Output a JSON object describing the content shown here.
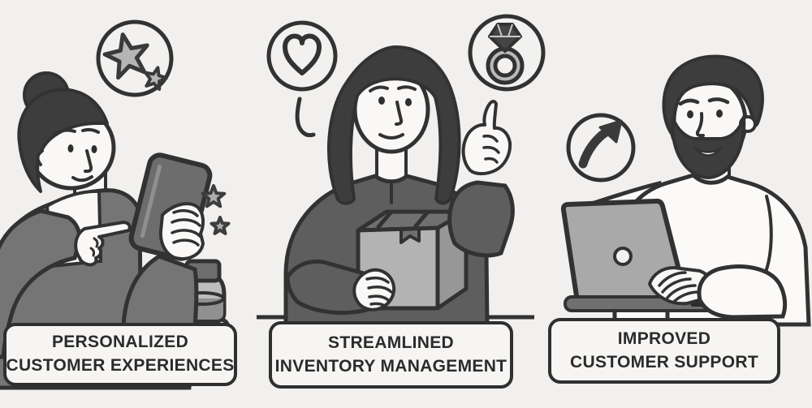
{
  "page": {
    "type": "three-panel illustrated infographic",
    "colors": {
      "background": "#f1f0ee",
      "outline": "#323232",
      "dark_fill": "#3d3d3d",
      "cardigan_gray": "#757575",
      "sweater_gray": "#5e5e5e",
      "device_gray": "#6d6d6d",
      "box_front_gray": "#b3b3b3",
      "box_side_gray": "#979797",
      "box_top_gray": "#707070",
      "laptop_lid_gray": "#a9a9a9",
      "skin_white": "#f9f8f6",
      "star_fill": "#b5b5b5",
      "caption_bg": "#f6f5f3",
      "caption_text": "#2b2b2b"
    }
  },
  "panels": [
    {
      "id": "personalized-customer-experiences",
      "caption": {
        "line1": "PERSONALIZED",
        "line2": "CUSTOMER EXPERIENCES"
      },
      "icons": [
        {
          "name": "stars-badge-icon",
          "glyph": "two stars inside circle"
        },
        {
          "name": "sparkle-stars-icon",
          "glyph": "two small stars"
        }
      ]
    },
    {
      "id": "streamlined-inventory-management",
      "caption": {
        "line1": "STREAMLINED",
        "line2": "INVENTORY MANAGEMENT"
      },
      "icons": [
        {
          "name": "heart-badge-icon",
          "glyph": "heart outline inside circle"
        },
        {
          "name": "diamond-ring-badge-icon",
          "glyph": "diamond ring inside circle"
        }
      ]
    },
    {
      "id": "improved-customer-support",
      "caption": {
        "line1": "IMPROVED",
        "line2": "CUSTOMER SUPPORT"
      },
      "icons": [
        {
          "name": "growth-arrow-badge-icon",
          "glyph": "curved up-right arrow inside circle"
        }
      ]
    }
  ]
}
